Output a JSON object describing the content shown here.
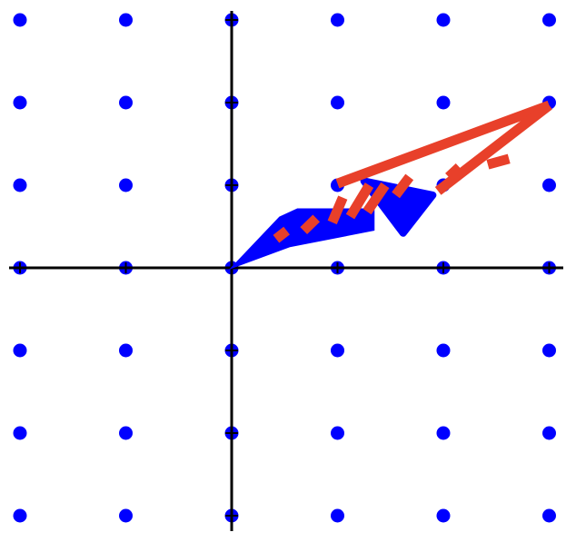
{
  "colors": {
    "background": "#ffffff",
    "axes": "#000000",
    "grid_dots": "#0000ff",
    "blue_arrow": "#0000ff",
    "red_figure": "#e8402a"
  },
  "grid": {
    "x_values": [
      -2,
      -1,
      0,
      1,
      2,
      3
    ],
    "y_values": [
      3,
      2,
      1,
      0,
      -1,
      -2,
      -3
    ]
  },
  "blue_vector": {
    "from": [
      0,
      0
    ],
    "to": [
      2,
      1
    ]
  },
  "red_vector": {
    "from": [
      1,
      1
    ],
    "to": [
      3,
      2
    ]
  }
}
